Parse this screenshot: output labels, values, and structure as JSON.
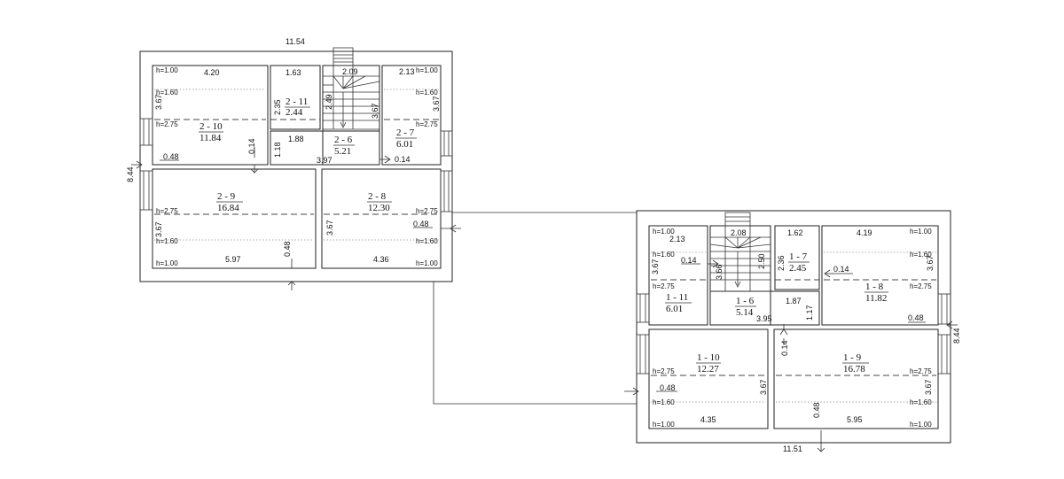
{
  "floor2": {
    "overall_width": "11.54",
    "overall_height": "8.44",
    "rooms": {
      "r10": {
        "id": "2 - 10",
        "area": "11.84"
      },
      "r11": {
        "id": "2 - 11",
        "area": "2.44"
      },
      "r6": {
        "id": "2 - 6",
        "area": "5.21"
      },
      "r7": {
        "id": "2 - 7",
        "area": "6.01"
      },
      "r9": {
        "id": "2 - 9",
        "area": "16.84"
      },
      "r8": {
        "id": "2 - 8",
        "area": "12.30"
      }
    },
    "dims": {
      "d420": "4.20",
      "d163": "1.63",
      "d209": "2.09",
      "d213": "2.13",
      "d235": "2.35",
      "d249": "2.49",
      "d367_stair": "3.67",
      "d367_a": "3.67",
      "d367_b": "3.67",
      "d367_c": "3.67",
      "d367_d": "3.67",
      "d188": "1.88",
      "d118": "1.18",
      "d014_a": "0.14",
      "d014_b": "0.14",
      "d048_a": "0.48",
      "d048_b": "0.48",
      "d048_c": "0.48",
      "d397": "3.97",
      "d597": "5.97",
      "d436": "4.36"
    },
    "heights": {
      "h100_a": "h=1.00",
      "h160_a": "h=1.60",
      "h275_a": "h=2.75",
      "h100_b": "h=1.00",
      "h160_b": "h=1.60",
      "h275_b": "h=2.75",
      "h275_c": "h=2.75",
      "h160_c": "h=1.60",
      "h100_c": "h=1.00",
      "h275_d": "h=2.75",
      "h160_d": "h=1.60",
      "h100_d": "h=1.00"
    }
  },
  "floor1": {
    "overall_width": "11.51",
    "overall_height": "8.44",
    "rooms": {
      "r11": {
        "id": "1 - 11",
        "area": "6.01"
      },
      "r6": {
        "id": "1 - 6",
        "area": "5.14"
      },
      "r7": {
        "id": "1 - 7",
        "area": "2.45"
      },
      "r8": {
        "id": "1 - 8",
        "area": "11.82"
      },
      "r10": {
        "id": "1 - 10",
        "area": "12.27"
      },
      "r9": {
        "id": "1 - 9",
        "area": "16.78"
      }
    },
    "dims": {
      "d213": "2.13",
      "d208": "2.08",
      "d162": "1.62",
      "d419": "4.19",
      "d250": "2.50",
      "d236": "2.36",
      "d366": "3.66",
      "d367_a": "3.67",
      "d367_b": "3.67",
      "d367_c": "3.67",
      "d367_d": "3.67",
      "d014_a": "0.14",
      "d014_b": "0.14",
      "d014_c": "0.14",
      "d048_a": "0.48",
      "d048_b": "0.48",
      "d048_c": "0.48",
      "d187": "1.87",
      "d117": "1.17",
      "d395": "3.95",
      "d435": "4.35",
      "d595": "5.95"
    },
    "heights": {
      "h100_a": "h=1.00",
      "h160_a": "h=1.60",
      "h275_a": "h=2.75",
      "h100_b": "h=1.00",
      "h160_b": "h=1.60",
      "h275_b": "h=2.75",
      "h275_c": "h=2.75",
      "h160_c": "h=1.60",
      "h100_c": "h=1.00",
      "h275_d": "h=2.75",
      "h160_d": "h=1.60",
      "h100_d": "h=1.00"
    }
  }
}
